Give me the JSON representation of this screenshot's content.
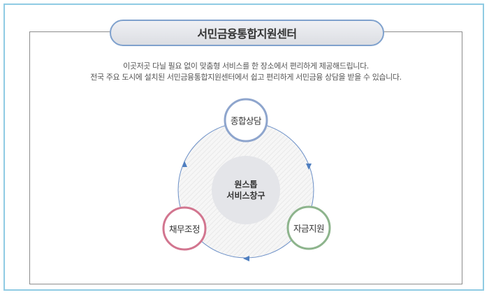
{
  "header": {
    "title": "서민금융통합지원센터"
  },
  "description": {
    "line1": "이곳저곳 다닐 필요 없이 맞춤형 서비스를 한 장소에서 편리하게 제공해드립니다.",
    "line2": "전국 주요 도시에 설치된 서민금융통합지원센터에서 쉽고 편리하게 서민금융 상담을 받을 수 있습니다."
  },
  "diagram": {
    "center": {
      "line1": "원스톱",
      "line2": "서비스창구"
    },
    "nodes": {
      "consult": {
        "label": "종합상담",
        "color": "#8ea5cd"
      },
      "funding": {
        "label": "자금지원",
        "color": "#8db48c"
      },
      "debt": {
        "label": "채무조정",
        "color": "#d2758f"
      }
    },
    "ring_color": "#6b8fc7"
  }
}
